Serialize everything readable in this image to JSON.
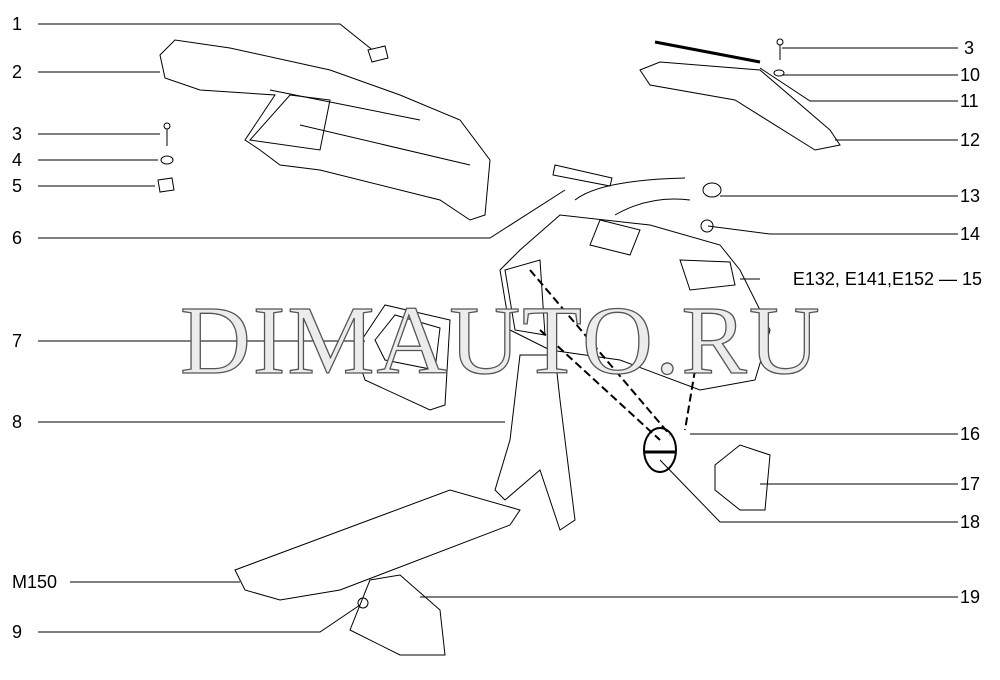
{
  "watermark": "DIMAUTO.RU",
  "callouts_left": [
    "1",
    "2",
    "3",
    "4",
    "5",
    "6",
    "7",
    "8",
    "M150",
    "9"
  ],
  "callouts_right": [
    "3",
    "10",
    "11",
    "12",
    "13",
    "14",
    "E132, E141,E152 — 15",
    "16",
    "17",
    "18",
    "19"
  ]
}
